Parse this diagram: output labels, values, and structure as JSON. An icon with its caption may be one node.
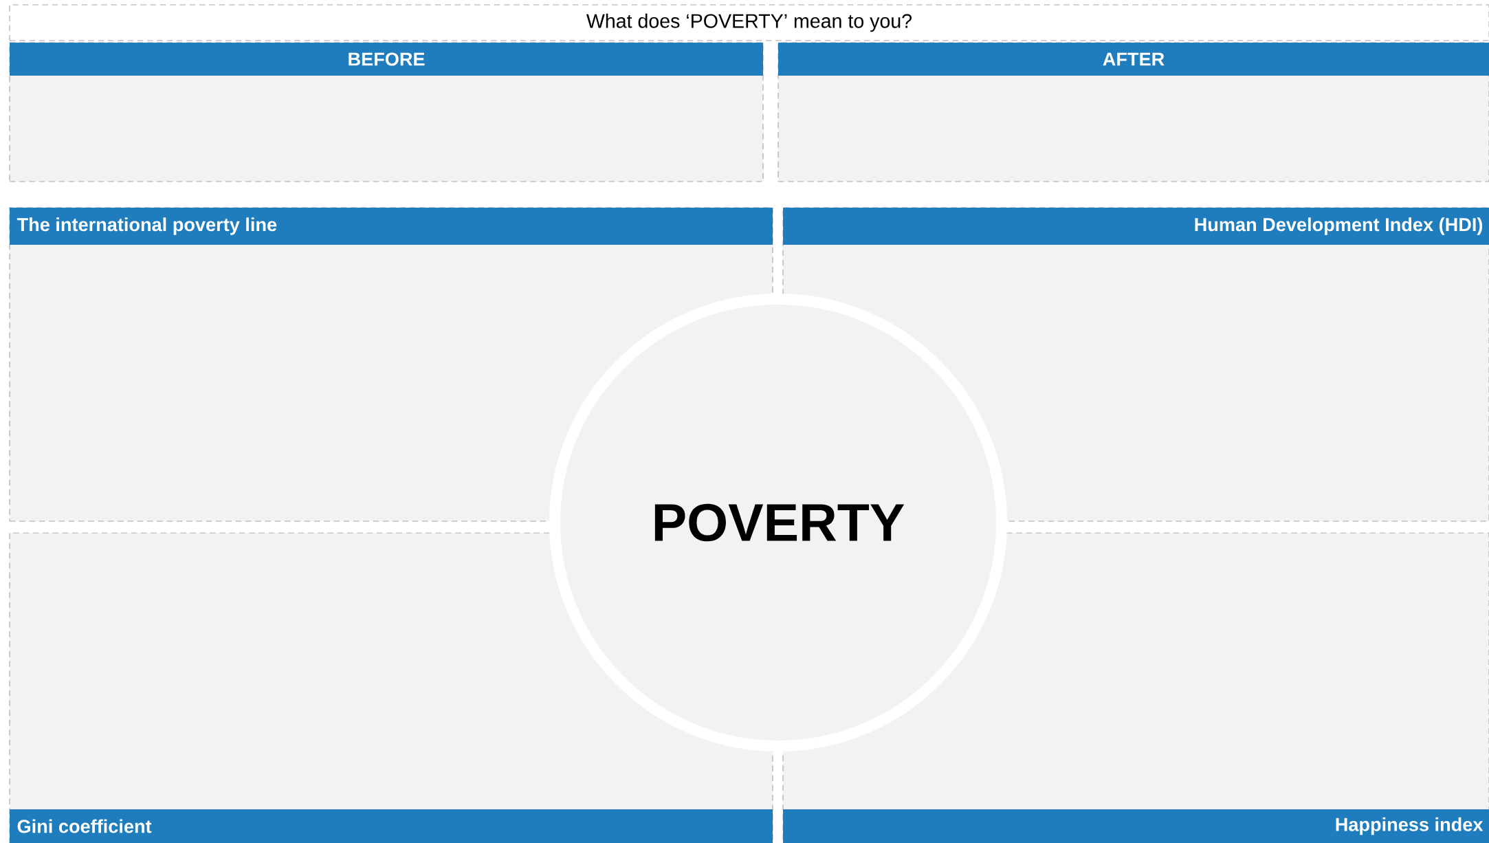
{
  "diagram": {
    "nodes": [
      {
        "text": [
          "What does ‘POVERTY’ mean to you?"
        ]
      },
      {
        "text": [
          "BEFORE"
        ]
      },
      {
        "text": [
          "AFTER"
        ]
      },
      {
        "text": [
          "The international poverty line"
        ]
      },
      {
        "text": [
          "Human Development Index (HDI)"
        ]
      },
      {
        "text": [
          "POVERTY"
        ]
      },
      {
        "text": [
          "Gini coefficient"
        ]
      },
      {
        "text": [
          "Happiness index"
        ]
      }
    ]
  }
}
